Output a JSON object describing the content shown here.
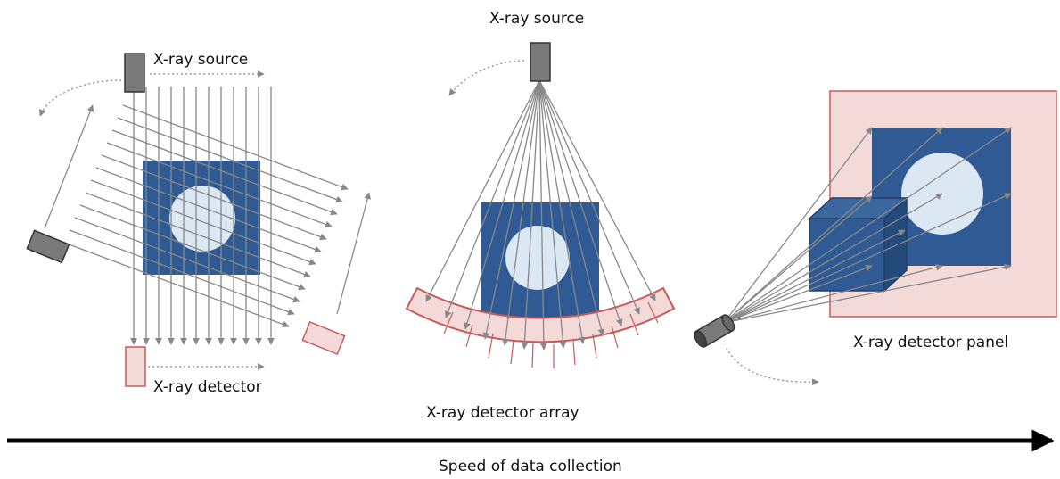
{
  "panels": {
    "parallel": {
      "source_label": "X-ray source",
      "detector_label": "X-ray detector"
    },
    "fan": {
      "source_label": "X-ray source",
      "detector_label": "X-ray detector array"
    },
    "cone": {
      "detector_label": "X-ray detector panel"
    }
  },
  "axis": {
    "label": "Speed of data collection"
  },
  "colors": {
    "object": "#2f5a93",
    "hole": "#dce7f4",
    "source": "#7a7a7a",
    "detector_fill": "#f4d9d9",
    "detector_edge": "#c85a5a",
    "ray": "#888888",
    "arrow": "#000000"
  }
}
